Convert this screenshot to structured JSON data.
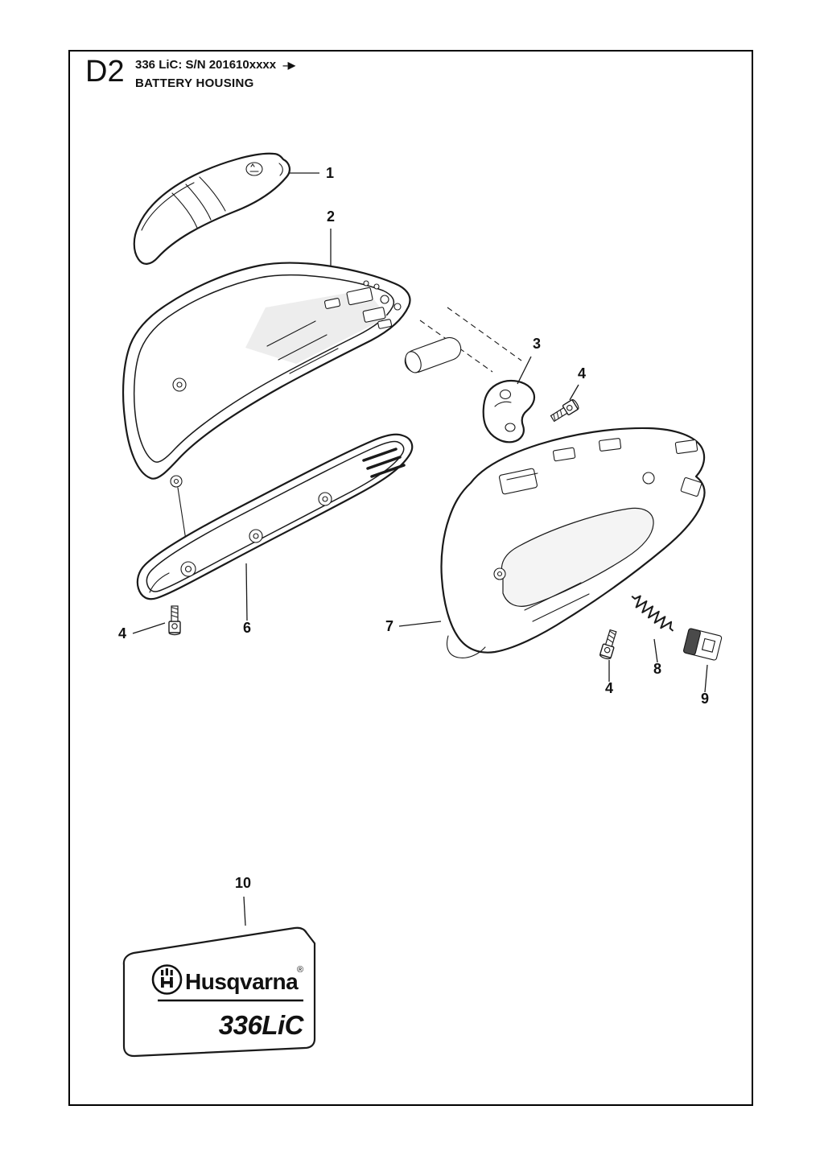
{
  "page": {
    "section_code": "D2",
    "model_line": "336 LiC: S/N 201610xxxx",
    "arrow": "–▶",
    "title": "BATTERY HOUSING"
  },
  "callouts": [
    {
      "label": "1"
    },
    {
      "label": "2"
    },
    {
      "label": "3"
    },
    {
      "label": "4"
    },
    {
      "label": "4"
    },
    {
      "label": "6"
    },
    {
      "label": "7"
    },
    {
      "label": "4"
    },
    {
      "label": "8"
    },
    {
      "label": "9"
    },
    {
      "label": "10"
    }
  ],
  "sticker": {
    "brand": "Husqvarna",
    "registered": "®",
    "model": "336LiC"
  },
  "colors": {
    "line": "#1a1a1a",
    "background": "#ffffff"
  }
}
